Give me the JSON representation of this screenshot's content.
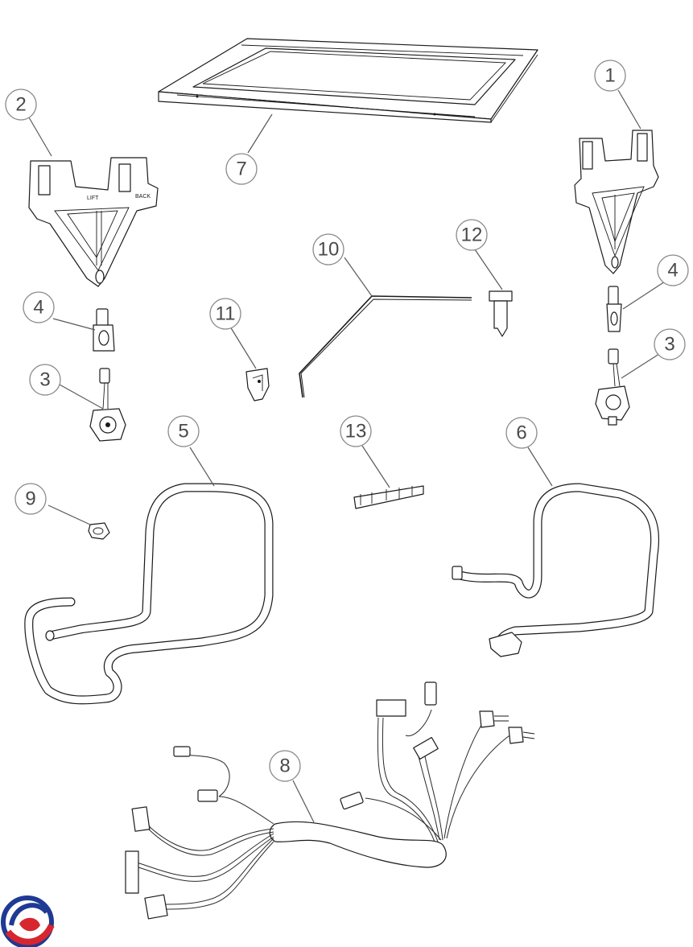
{
  "diagram": {
    "parts": [
      {
        "id": "part-1",
        "label": "1"
      },
      {
        "id": "part-2",
        "label": "2"
      },
      {
        "id": "part-3-left",
        "label": "3"
      },
      {
        "id": "part-3-right",
        "label": "3"
      },
      {
        "id": "part-4-left",
        "label": "4"
      },
      {
        "id": "part-4-right",
        "label": "4"
      },
      {
        "id": "part-5",
        "label": "5"
      },
      {
        "id": "part-6",
        "label": "6"
      },
      {
        "id": "part-7",
        "label": "7"
      },
      {
        "id": "part-8",
        "label": "8"
      },
      {
        "id": "part-9",
        "label": "9"
      },
      {
        "id": "part-10",
        "label": "10"
      },
      {
        "id": "part-11",
        "label": "11"
      },
      {
        "id": "part-12",
        "label": "12"
      },
      {
        "id": "part-13",
        "label": "13"
      }
    ],
    "embossed_text": {
      "lift": "LIFT",
      "back": "BACK"
    },
    "logo": {
      "name": "brand-logo",
      "colors": {
        "blue": "#1f3a93",
        "red": "#d7262e"
      }
    }
  }
}
